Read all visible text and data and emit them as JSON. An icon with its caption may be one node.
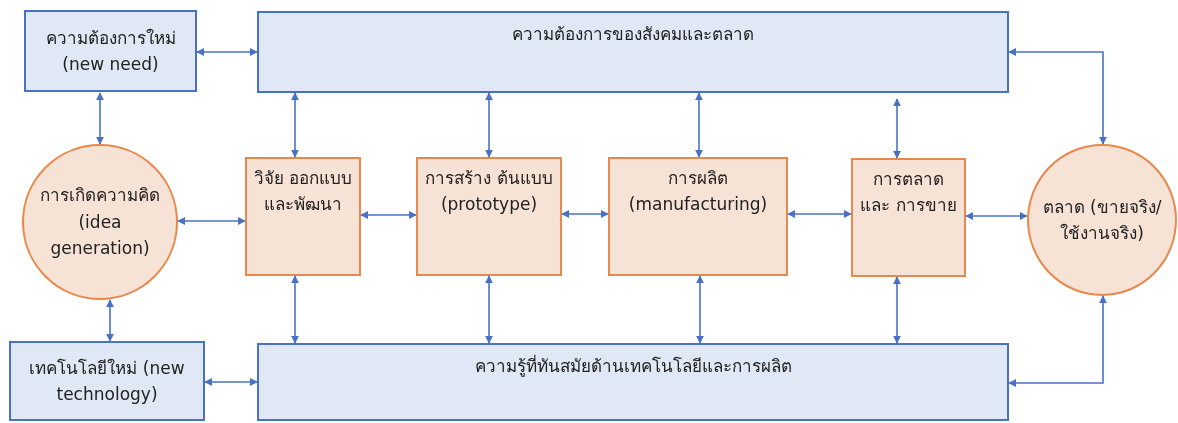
{
  "diagram": {
    "nodes": [
      {
        "text": [
          "ความต้องการใหม่ (new need)"
        ]
      },
      {
        "text": [
          "ความต้องการของสังคมและตลาด"
        ]
      },
      {
        "text": [
          "การเกิดความคิด (idea generation)"
        ]
      },
      {
        "text": [
          "วิจัย ออกแบบ และพัฒนา"
        ]
      },
      {
        "text": [
          "การสร้าง ต้นแบบ (prototype)"
        ]
      },
      {
        "text": [
          "การผลิต (manufacturing)"
        ]
      },
      {
        "text": [
          "การตลาด และ การขาย"
        ]
      },
      {
        "text": [
          "ตลาด (ขายจริง/ ใช้งานจริง)"
        ]
      },
      {
        "text": [
          "เทคโนโลยีใหม่ (new technology)"
        ]
      },
      {
        "text": [
          "ความรู้ที่ทันสมัยด้านเทคโนโลยีและการผลิต"
        ]
      }
    ],
    "edges": [
      {
        "from": 0,
        "to": 1,
        "arrow": "both"
      },
      {
        "from": 0,
        "to": 2,
        "arrow": "both"
      },
      {
        "from": 2,
        "to": 3,
        "arrow": "both"
      },
      {
        "from": 1,
        "to": 3,
        "arrow": "both"
      },
      {
        "from": 3,
        "to": 4,
        "arrow": "both"
      },
      {
        "from": 1,
        "to": 4,
        "arrow": "both"
      },
      {
        "from": 4,
        "to": 5,
        "arrow": "both"
      },
      {
        "from": 1,
        "to": 5,
        "arrow": "both"
      },
      {
        "from": 5,
        "to": 6,
        "arrow": "both"
      },
      {
        "from": 1,
        "to": 6,
        "arrow": "both"
      },
      {
        "from": 6,
        "to": 7,
        "arrow": "both"
      },
      {
        "from": 7,
        "to": 1,
        "arrow": "both"
      },
      {
        "from": 2,
        "to": 8,
        "arrow": "both"
      },
      {
        "from": 3,
        "to": 9,
        "arrow": "both"
      },
      {
        "from": 4,
        "to": 9,
        "arrow": "both"
      },
      {
        "from": 5,
        "to": 9,
        "arrow": "both"
      },
      {
        "from": 6,
        "to": 9,
        "arrow": "both"
      },
      {
        "from": 7,
        "to": 9,
        "arrow": "both"
      },
      {
        "from": 8,
        "to": 9,
        "arrow": "both"
      }
    ]
  }
}
